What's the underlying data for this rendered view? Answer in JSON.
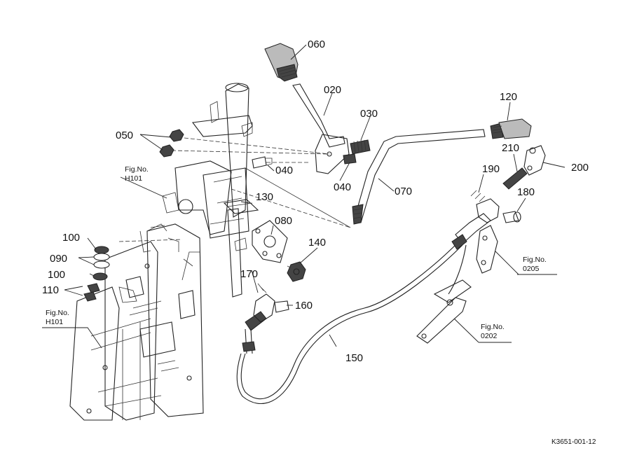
{
  "diagram": {
    "parts": [
      {
        "id": "060",
        "label": "060"
      },
      {
        "id": "020",
        "label": "020"
      },
      {
        "id": "030",
        "label": "030"
      },
      {
        "id": "050",
        "label": "050"
      },
      {
        "id": "040a",
        "label": "040"
      },
      {
        "id": "040b",
        "label": "040"
      },
      {
        "id": "070",
        "label": "070"
      },
      {
        "id": "120",
        "label": "120"
      },
      {
        "id": "210",
        "label": "210"
      },
      {
        "id": "200",
        "label": "200"
      },
      {
        "id": "190",
        "label": "190"
      },
      {
        "id": "180",
        "label": "180"
      },
      {
        "id": "130",
        "label": "130"
      },
      {
        "id": "080",
        "label": "080"
      },
      {
        "id": "140",
        "label": "140"
      },
      {
        "id": "170",
        "label": "170"
      },
      {
        "id": "160",
        "label": "160"
      },
      {
        "id": "150",
        "label": "150"
      },
      {
        "id": "100a",
        "label": "100"
      },
      {
        "id": "090",
        "label": "090"
      },
      {
        "id": "100b",
        "label": "100"
      },
      {
        "id": "110",
        "label": "110"
      }
    ],
    "fig_refs": [
      {
        "id": "h101a",
        "line1": "Fig.No.",
        "line2": "H101"
      },
      {
        "id": "h101b",
        "line1": "Fig.No.",
        "line2": "H101"
      },
      {
        "id": "f0205",
        "line1": "Fig.No.",
        "line2": "0205"
      },
      {
        "id": "f0202",
        "line1": "Fig.No.",
        "line2": "0202"
      }
    ],
    "drawing_code": "K3651-001-12"
  }
}
